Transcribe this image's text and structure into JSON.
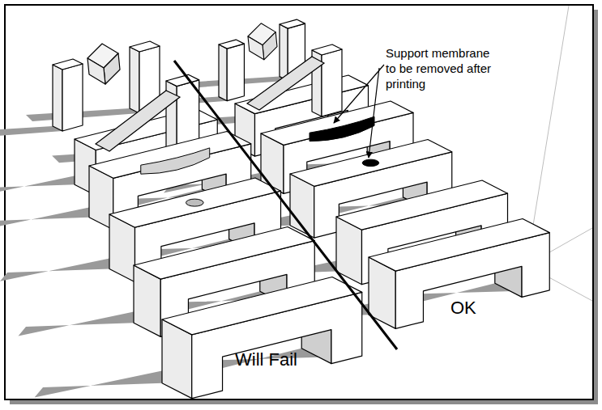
{
  "diagram": {
    "labels": [
      "Support membrane to be removed after printing",
      "OK",
      "Will Fail"
    ]
  }
}
